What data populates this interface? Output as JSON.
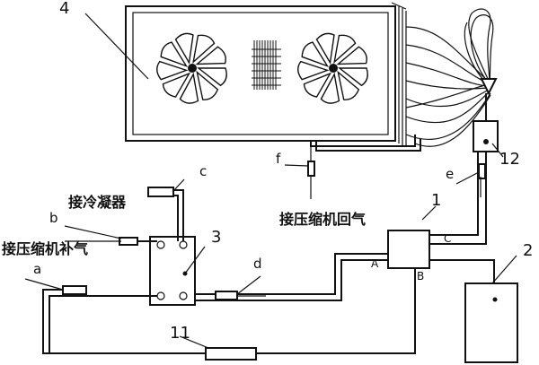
{
  "labels": {
    "condenser_unit": "4",
    "heat_exchanger": "3",
    "valve_block": "1",
    "tank": "2",
    "filter": "11",
    "collector": "12",
    "port_A": "A",
    "port_B": "B",
    "port_C": "C"
  },
  "sensors": {
    "a": "a",
    "b": "b",
    "c": "c",
    "d": "d",
    "e": "e",
    "f": "f"
  },
  "texts": {
    "to_condenser": "接冷凝器",
    "to_compressor_supplement": "接压缩机补气",
    "to_compressor_return": "接压缩机回气"
  }
}
